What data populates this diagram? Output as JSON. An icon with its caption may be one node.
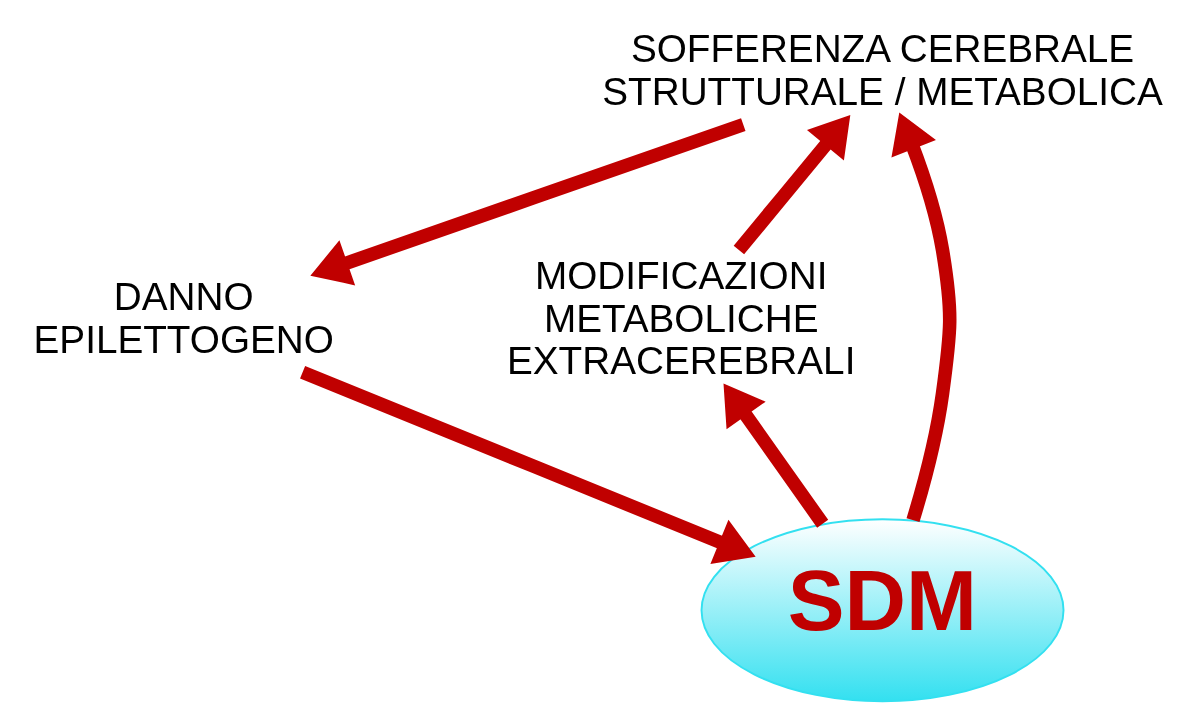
{
  "diagram": {
    "nodes": [
      {
        "text": [
          "SOFFERENZA CEREBRALE STRUTTURALE / METABOLICA"
        ]
      },
      {
        "text": [
          "DANNO EPILETTOGENO"
        ]
      },
      {
        "text": [
          "SDM"
        ]
      },
      {
        "text": [
          "MODIFICAZIONI METABOLICHE EXTRACEREBRALI"
        ]
      }
    ],
    "edges": [
      {
        "from": 3,
        "to": 0,
        "arrow": "to"
      },
      {
        "from": 2,
        "to": 0,
        "arrow": "to"
      },
      {
        "from": 0,
        "to": 1,
        "arrow": "to"
      },
      {
        "from": 1,
        "to": 2,
        "arrow": "to"
      },
      {
        "from": 2,
        "to": 3,
        "arrow": "to"
      }
    ]
  }
}
